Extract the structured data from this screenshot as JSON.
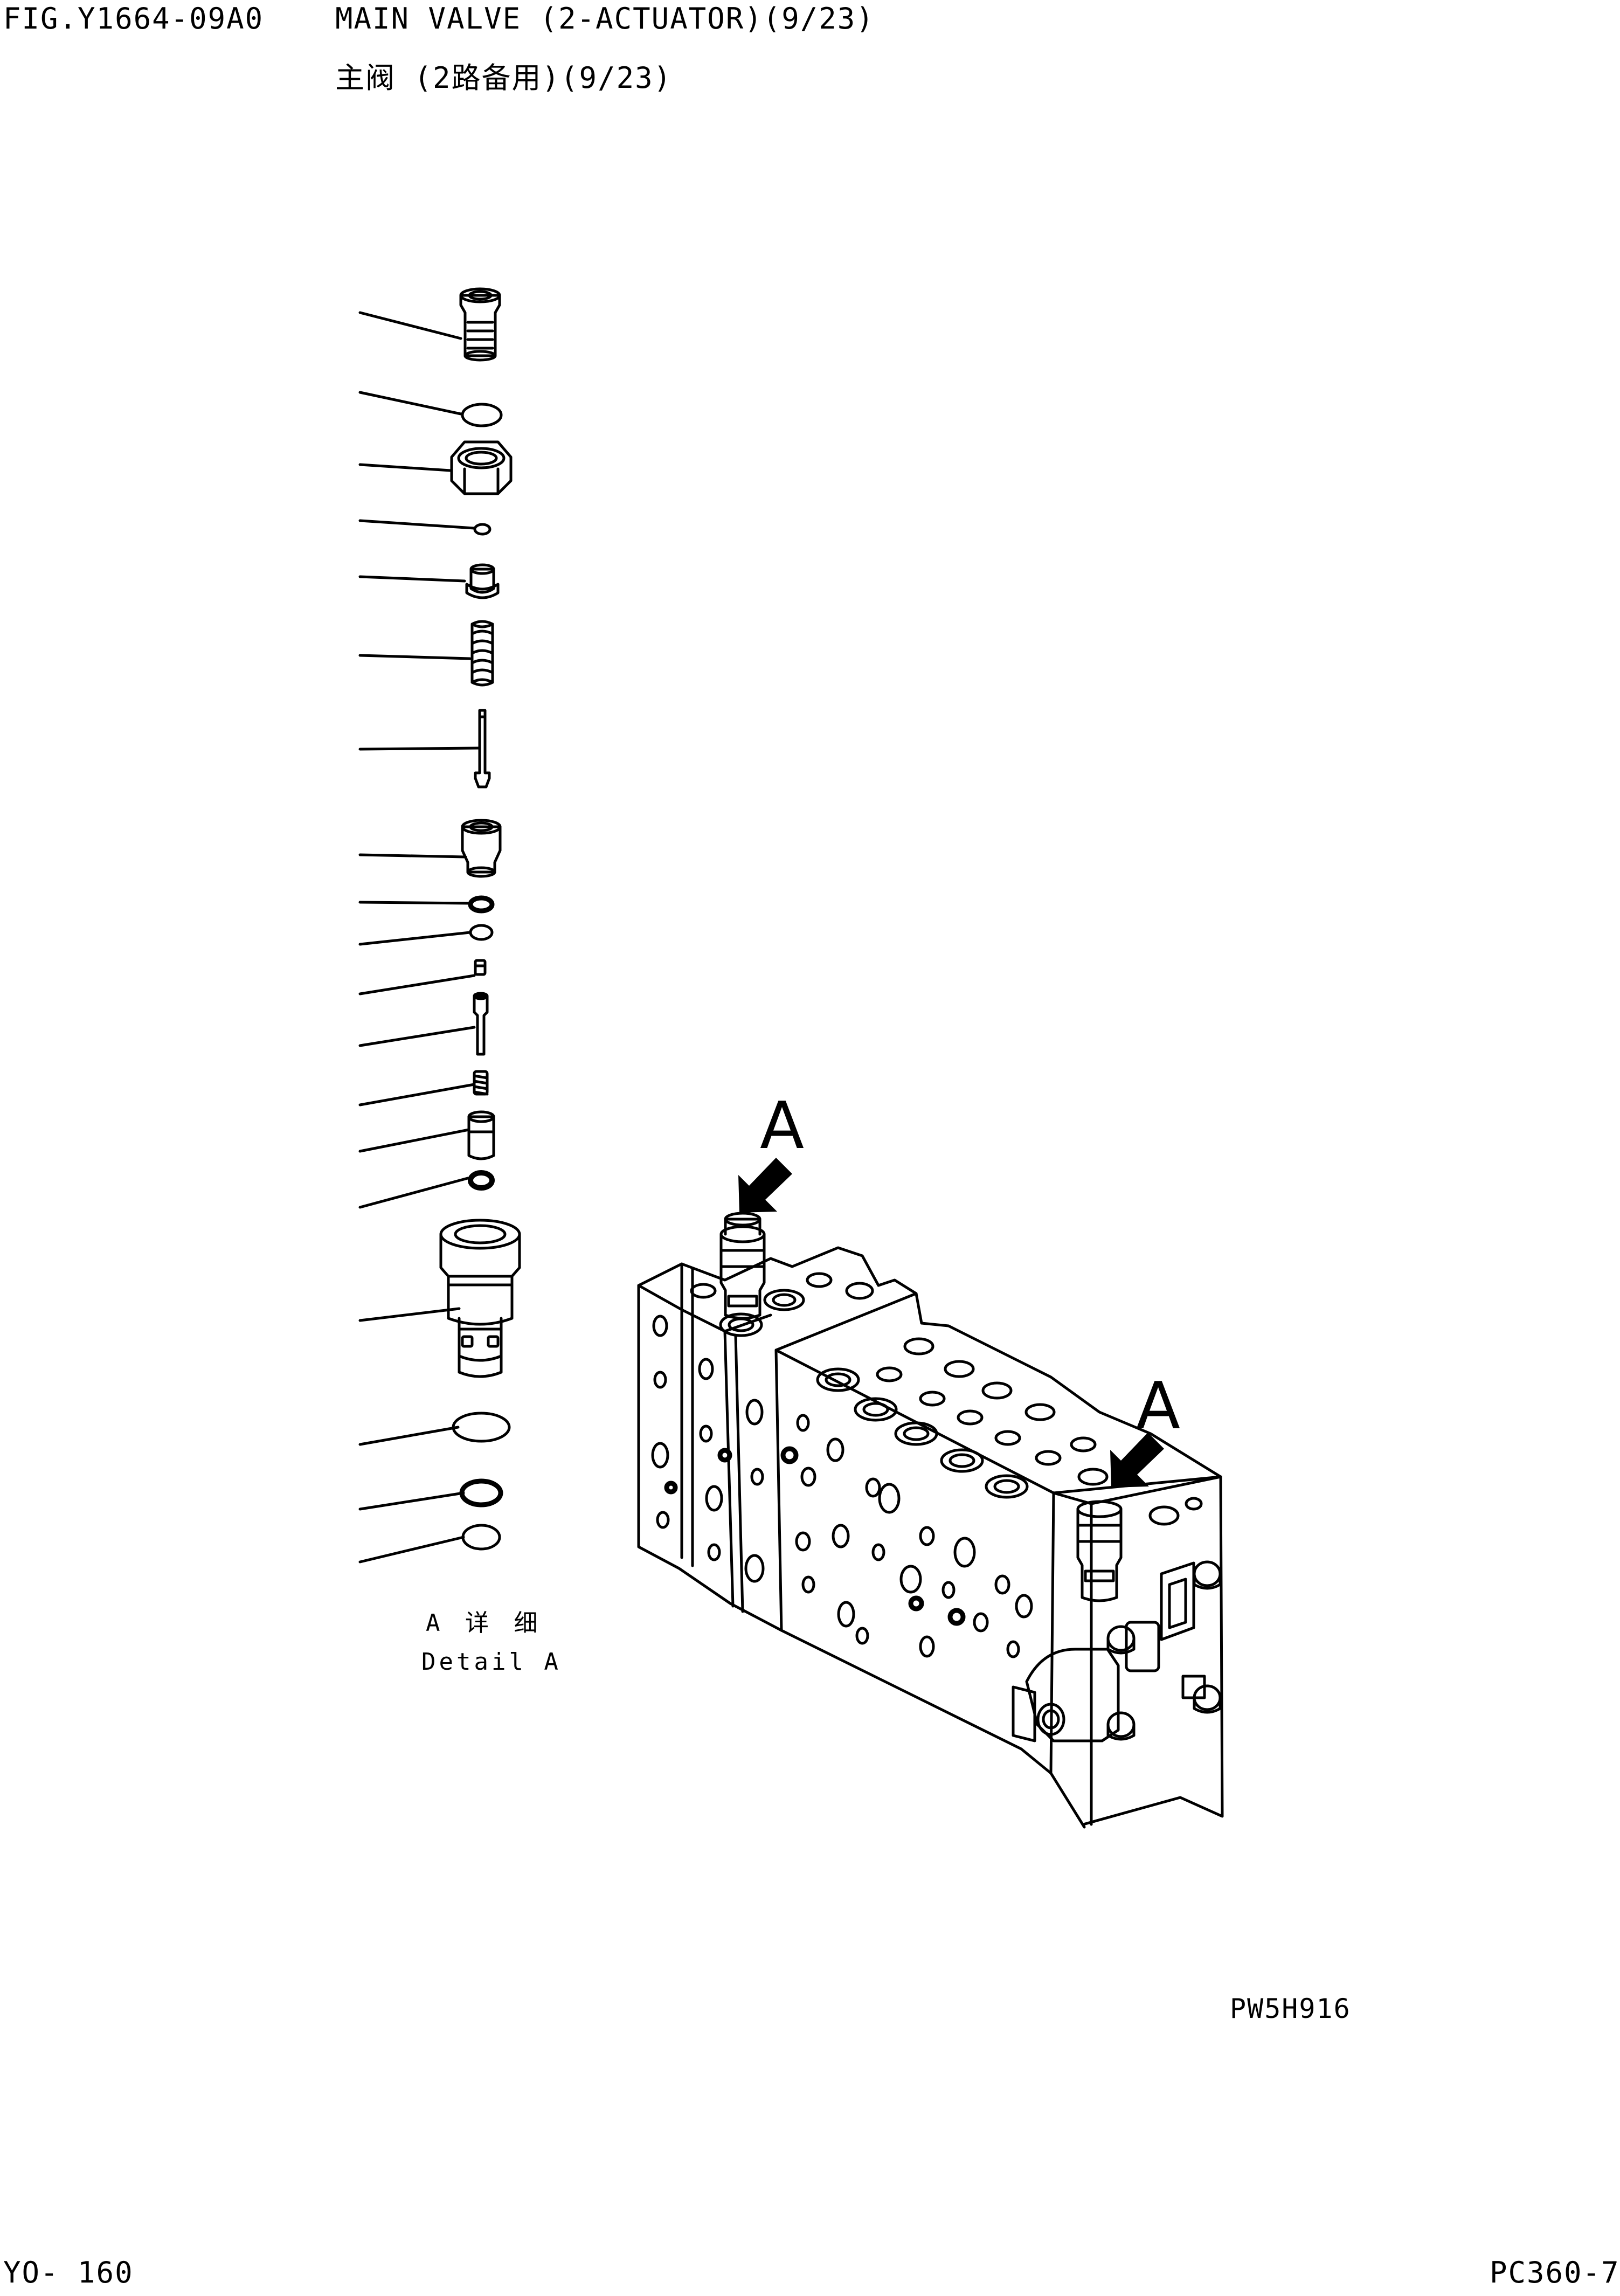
{
  "header": {
    "figure_code": "FIG.Y1664-09A0",
    "title_en": "MAIN VALVE (2-ACTUATOR)(9/23)",
    "title_cn": "主阀 (2路备用)(9/23)"
  },
  "detail": {
    "label_cn": "A 详 细",
    "label_en": "Detail A"
  },
  "view_markers": [
    "A",
    "A"
  ],
  "drawing_code": "PW5H916",
  "footer": {
    "page_number": "YO- 160",
    "model": "PC360-7"
  }
}
